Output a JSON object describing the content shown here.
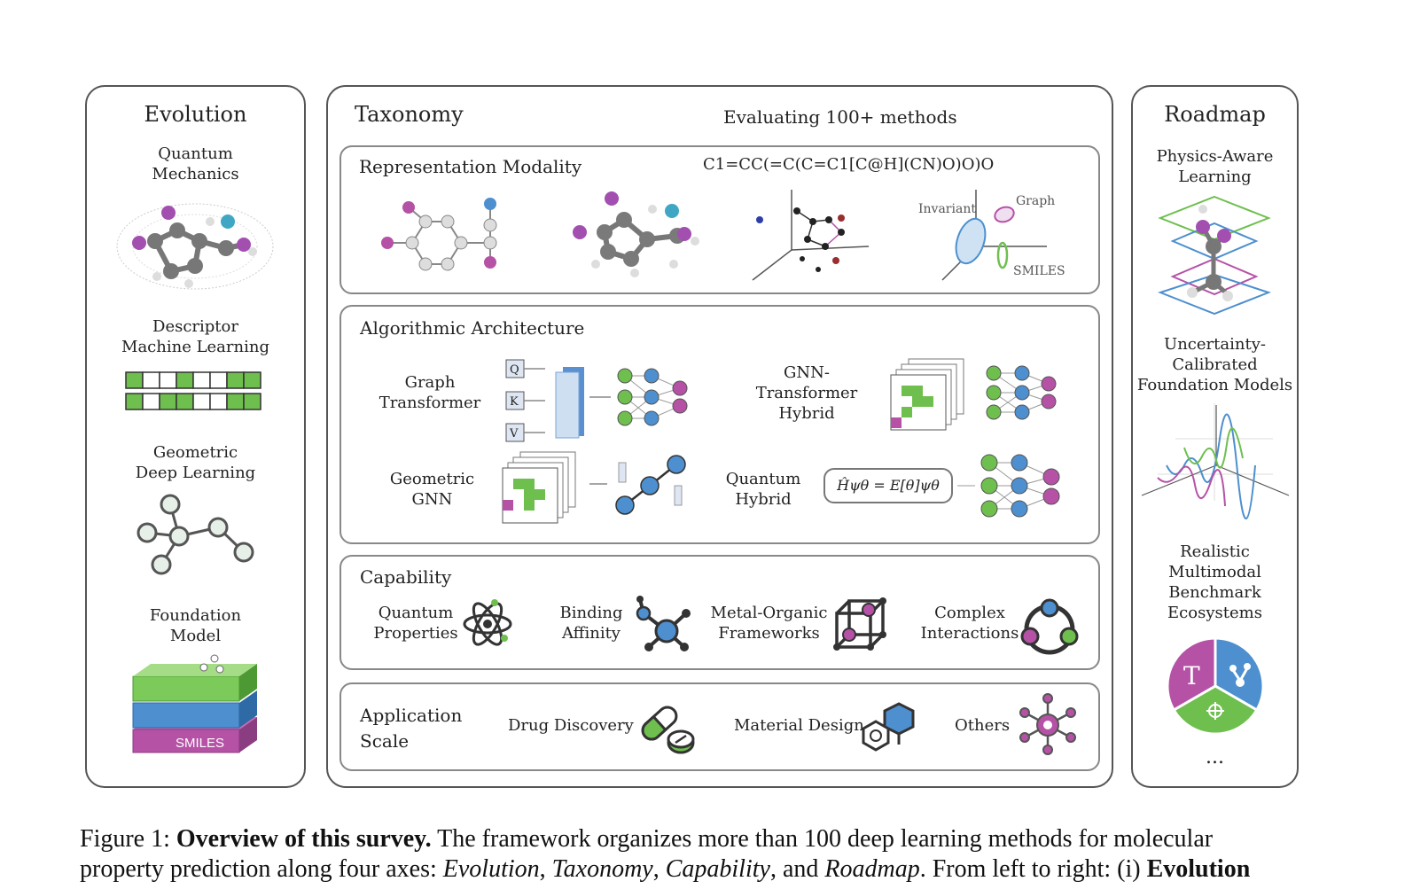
{
  "evolution": {
    "title": "Evolution",
    "items": [
      {
        "label": "Quantum\nMechanics"
      },
      {
        "label": "Descriptor\nMachine Learning"
      },
      {
        "label": "Geometric\nDeep Learning"
      },
      {
        "label": "Foundation\nModel"
      }
    ],
    "smiles_text": "SMILES"
  },
  "taxonomy": {
    "title": "Taxonomy",
    "subtitle": "Evaluating 100+ methods",
    "representation": {
      "title": "Representation Modality",
      "smiles_string": "C1=CC(=C(C=C1[C@H](CN)O)O)O",
      "invariant": "Invariant",
      "graph": "Graph",
      "smiles": "SMILES"
    },
    "architecture": {
      "title": "Algorithmic Architecture",
      "graph_transformer": "Graph\nTransformer",
      "gnn_transformer": "GNN-\nTransformer\nHybrid",
      "geometric_gnn": "Geometric\nGNN",
      "quantum_hybrid": "Quantum\nHybrid",
      "equation": "Ĥψθ = E[θ]ψθ",
      "qkv": [
        "Q",
        "K",
        "V"
      ]
    },
    "capability": {
      "title": "Capability",
      "items": [
        "Quantum\nProperties",
        "Binding\nAffinity",
        "Metal-Organic\nFrameworks",
        "Complex\nInteractions"
      ]
    },
    "application": {
      "title": "Application\nScale",
      "items": [
        "Drug Discovery",
        "Material Design",
        "Others"
      ]
    }
  },
  "roadmap": {
    "title": "Roadmap",
    "items": [
      {
        "label": "Physics-Aware\nLearning"
      },
      {
        "label": "Uncertainty-\nCalibrated\nFoundation Models"
      },
      {
        "label": "Realistic\nMultimodal\nBenchmark\nEcosystems"
      }
    ],
    "pie_letter": "T",
    "ellipsis": "..."
  },
  "caption": {
    "figure_label": "Figure 1:",
    "bold_title": "Overview of this survey.",
    "text1": "The framework organizes more than 100 deep learning methods for molecular",
    "text2a": "property prediction along four axes:",
    "italic1": "Evolution",
    "italic2": "Taxonomy",
    "italic3": "Capability",
    "text2b": "and",
    "italic4": "Roadmap",
    "text2c": "From left to right: (i)",
    "bold2": "Evolution"
  },
  "colors": {
    "green": "#6fbf4f",
    "blue": "#4d8fcf",
    "purple": "#b552a6",
    "gray": "#7a7a7a"
  }
}
